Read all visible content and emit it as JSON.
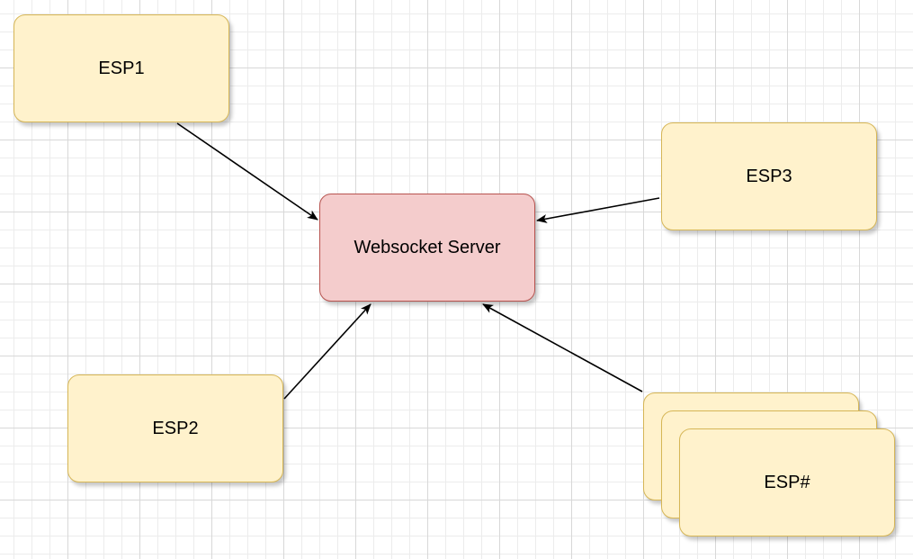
{
  "diagram": {
    "nodes": {
      "server": {
        "label": "Websocket Server",
        "color": "#f4cccc",
        "border": "#b85450"
      },
      "esp1": {
        "label": "ESP1"
      },
      "esp2": {
        "label": "ESP2"
      },
      "esp3": {
        "label": "ESP3"
      },
      "esp_multi": {
        "label": "ESP#"
      }
    },
    "node_fill": "#fff2cc",
    "node_border": "#d6b656",
    "edges": [
      {
        "from": "esp1",
        "to": "server"
      },
      {
        "from": "esp2",
        "to": "server"
      },
      {
        "from": "esp3",
        "to": "server"
      },
      {
        "from": "esp_multi",
        "to": "server"
      }
    ]
  }
}
